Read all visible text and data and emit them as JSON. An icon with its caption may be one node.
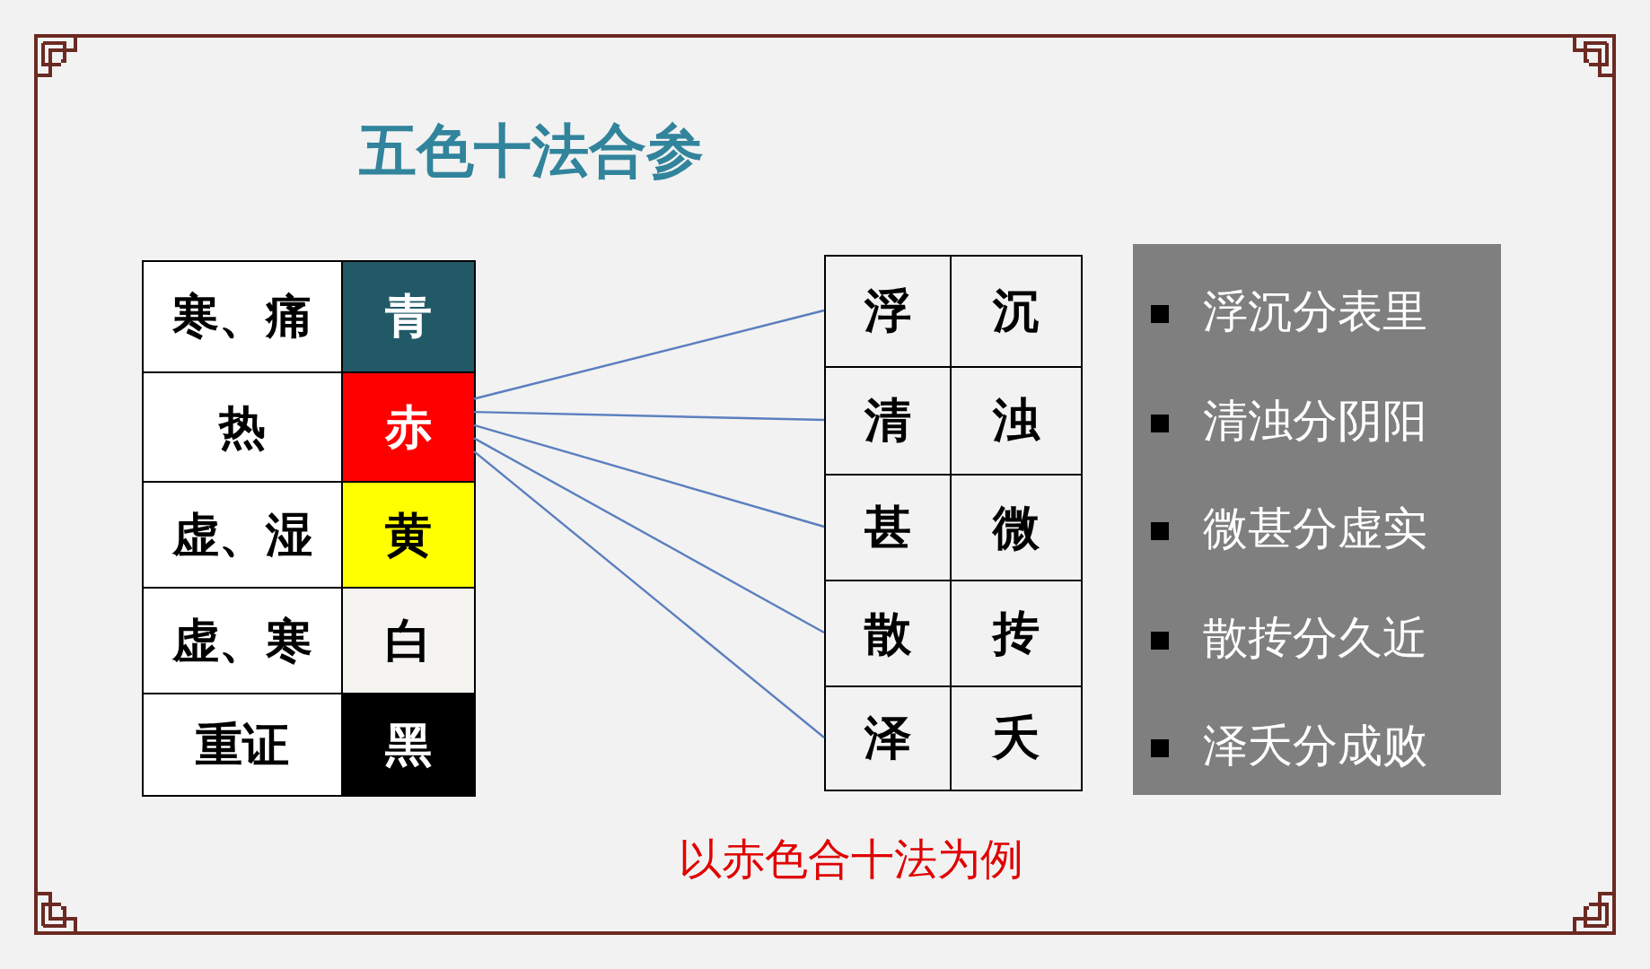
{
  "diagram": {
    "title": "五色十法合参",
    "caption": "以赤色合十法为例",
    "nodes": [
      {
        "text": [
          "寒、痛"
        ]
      },
      {
        "text": [
          "青"
        ]
      },
      {
        "text": [
          "热"
        ]
      },
      {
        "text": [
          "赤"
        ]
      },
      {
        "text": [
          "虚、湿"
        ]
      },
      {
        "text": [
          "黄"
        ]
      },
      {
        "text": [
          "虚、寒"
        ]
      },
      {
        "text": [
          "白"
        ]
      },
      {
        "text": [
          "重证"
        ]
      },
      {
        "text": [
          "黑"
        ]
      },
      {
        "text": [
          "浮"
        ]
      },
      {
        "text": [
          "沉"
        ]
      },
      {
        "text": [
          "清"
        ]
      },
      {
        "text": [
          "浊"
        ]
      },
      {
        "text": [
          "甚"
        ]
      },
      {
        "text": [
          "微"
        ]
      },
      {
        "text": [
          "散"
        ]
      },
      {
        "text": [
          "抟"
        ]
      },
      {
        "text": [
          "泽"
        ]
      },
      {
        "text": [
          "夭"
        ]
      },
      {
        "text": [
          "浮沉分表里",
          "清浊分阴阳",
          "微甚分虚实",
          "散抟分久近",
          "泽夭分成败"
        ]
      }
    ],
    "edges": [
      {
        "from": 3,
        "to": 10,
        "arrow": "none"
      },
      {
        "from": 3,
        "to": 12,
        "arrow": "none"
      },
      {
        "from": 3,
        "to": 14,
        "arrow": "none"
      },
      {
        "from": 3,
        "to": 16,
        "arrow": "none"
      },
      {
        "from": 3,
        "to": 18,
        "arrow": "none"
      }
    ]
  }
}
